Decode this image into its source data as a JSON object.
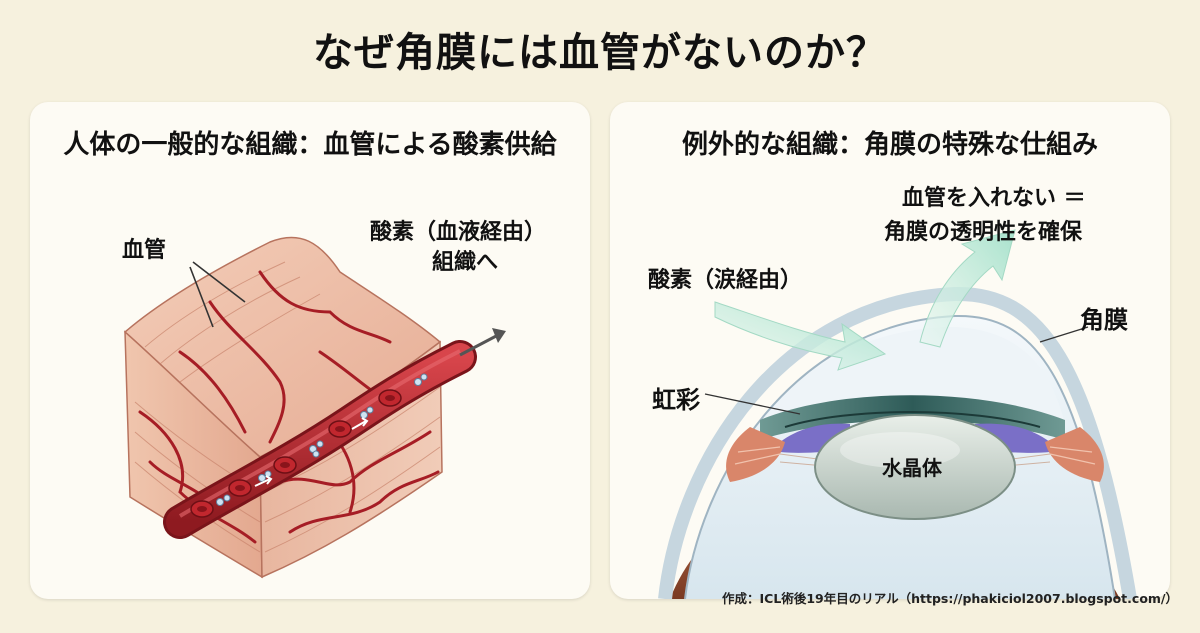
{
  "title": "なぜ角膜には血管がないのか？",
  "left_panel": {
    "heading": "人体の一般的な組織：血管による酸素供給",
    "label_vessel": "血管",
    "label_oxygen_line1": "酸素（血液経由）",
    "label_oxygen_line2": "組織へ"
  },
  "right_panel": {
    "heading": "例外的な組織：角膜の特殊な仕組み",
    "label_transparency_line1": "血管を入れない ＝",
    "label_transparency_line2": "角膜の透明性を確保",
    "label_oxygen_tears": "酸素（涙経由）",
    "label_cornea": "角膜",
    "label_iris": "虹彩",
    "label_lens": "水晶体"
  },
  "credit": "作成：ICL術後19年目のリアル（https://phakiciol2007.blogspot.com/）",
  "colors": {
    "background": "#f6f1de",
    "panel": "#fdfbf4",
    "vessel": "#b3232b",
    "tissue": "#efc4ae",
    "arrow": "#bfe8d8"
  }
}
